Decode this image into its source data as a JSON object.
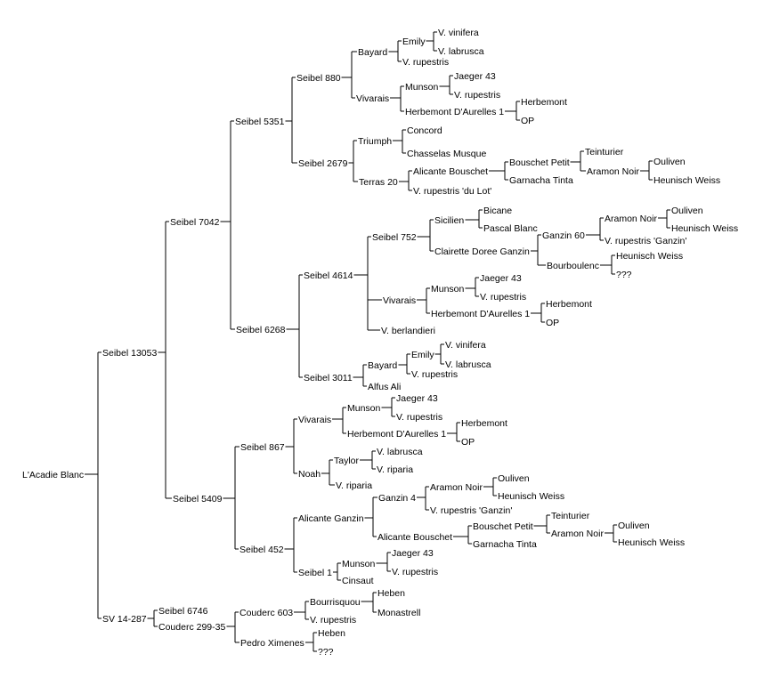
{
  "tree": {
    "label": "L'Acadie Blanc",
    "children": [
      {
        "label": "Seibel 13053",
        "children": [
          {
            "label": "Seibel 7042",
            "children": [
              {
                "label": "Seibel 5351",
                "children": [
                  {
                    "label": "Seibel 880",
                    "children": [
                      {
                        "label": "Bayard",
                        "children": [
                          {
                            "label": "Emily",
                            "children": [
                              {
                                "label": "V. vinifera"
                              },
                              {
                                "label": "V. labrusca"
                              }
                            ]
                          },
                          {
                            "label": "V. rupestris"
                          }
                        ]
                      },
                      {
                        "label": "Vivarais",
                        "children": [
                          {
                            "label": "Munson",
                            "children": [
                              {
                                "label": "Jaeger 43"
                              },
                              {
                                "label": "V. rupestris"
                              }
                            ]
                          },
                          {
                            "label": "Herbemont D'Aurelles 1",
                            "children": [
                              {
                                "label": "Herbemont"
                              },
                              {
                                "label": "OP"
                              }
                            ]
                          }
                        ]
                      }
                    ]
                  },
                  {
                    "label": "Seibel 2679",
                    "children": [
                      {
                        "label": "Triumph",
                        "children": [
                          {
                            "label": "Concord"
                          },
                          {
                            "label": "Chasselas Musque"
                          }
                        ]
                      },
                      {
                        "label": "Terras 20",
                        "children": [
                          {
                            "label": "Alicante Bouschet",
                            "children": [
                              {
                                "label": "Bouschet Petit",
                                "children": [
                                  {
                                    "label": "Teinturier"
                                  },
                                  {
                                    "label": "Aramon Noir",
                                    "children": [
                                      {
                                        "label": "Ouliven"
                                      },
                                      {
                                        "label": "Heunisch Weiss"
                                      }
                                    ]
                                  }
                                ]
                              },
                              {
                                "label": "Garnacha Tinta"
                              }
                            ]
                          },
                          {
                            "label": "V. rupestris 'du Lot'"
                          }
                        ]
                      }
                    ]
                  }
                ]
              },
              {
                "label": "Seibel 6268",
                "children": [
                  {
                    "label": "Seibel 4614",
                    "children": [
                      {
                        "label": "Seibel 752",
                        "children": [
                          {
                            "label": "Sicilien",
                            "children": [
                              {
                                "label": "Bicane"
                              },
                              {
                                "label": "Pascal Blanc"
                              }
                            ]
                          },
                          {
                            "label": "Clairette Doree Ganzin",
                            "children": [
                              {
                                "label": "Ganzin 60",
                                "children": [
                                  {
                                    "label": "Aramon Noir",
                                    "children": [
                                      {
                                        "label": "Ouliven"
                                      },
                                      {
                                        "label": "Heunisch Weiss"
                                      }
                                    ]
                                  },
                                  {
                                    "label": "V. rupestris 'Ganzin'"
                                  }
                                ]
                              },
                              {
                                "label": "Bourboulenc",
                                "children": [
                                  {
                                    "label": "Heunisch Weiss"
                                  },
                                  {
                                    "label": "???"
                                  }
                                ]
                              }
                            ]
                          }
                        ]
                      },
                      {
                        "label": "Vivarais",
                        "children": [
                          {
                            "label": "Munson",
                            "children": [
                              {
                                "label": "Jaeger 43"
                              },
                              {
                                "label": "V. rupestris"
                              }
                            ]
                          },
                          {
                            "label": "Herbemont D'Aurelles 1",
                            "children": [
                              {
                                "label": "Herbemont"
                              },
                              {
                                "label": "OP"
                              }
                            ]
                          }
                        ]
                      },
                      {
                        "label": "V. berlandieri"
                      }
                    ]
                  },
                  {
                    "label": "Seibel 3011",
                    "children": [
                      {
                        "label": "Bayard",
                        "children": [
                          {
                            "label": "Emily",
                            "children": [
                              {
                                "label": "V. vinifera"
                              },
                              {
                                "label": "V. labrusca"
                              }
                            ]
                          },
                          {
                            "label": "V. rupestris"
                          }
                        ]
                      },
                      {
                        "label": "Alfus Ali"
                      }
                    ]
                  }
                ]
              }
            ]
          },
          {
            "label": "Seibel 5409",
            "children": [
              {
                "label": "Seibel 867",
                "children": [
                  {
                    "label": "Vivarais",
                    "children": [
                      {
                        "label": "Munson",
                        "children": [
                          {
                            "label": "Jaeger 43"
                          },
                          {
                            "label": "V. rupestris"
                          }
                        ]
                      },
                      {
                        "label": "Herbemont D'Aurelles 1",
                        "children": [
                          {
                            "label": "Herbemont"
                          },
                          {
                            "label": "OP"
                          }
                        ]
                      }
                    ]
                  },
                  {
                    "label": "Noah",
                    "children": [
                      {
                        "label": "Taylor",
                        "children": [
                          {
                            "label": "V. labrusca"
                          },
                          {
                            "label": "V. riparia"
                          }
                        ]
                      },
                      {
                        "label": "V. riparia"
                      }
                    ]
                  }
                ]
              },
              {
                "label": "Seibel 452",
                "children": [
                  {
                    "label": "Alicante Ganzin",
                    "children": [
                      {
                        "label": "Ganzin 4",
                        "children": [
                          {
                            "label": "Aramon Noir",
                            "children": [
                              {
                                "label": "Ouliven"
                              },
                              {
                                "label": "Heunisch Weiss"
                              }
                            ]
                          },
                          {
                            "label": "V. rupestris 'Ganzin'"
                          }
                        ]
                      },
                      {
                        "label": "Alicante Bouschet",
                        "children": [
                          {
                            "label": "Bouschet Petit",
                            "children": [
                              {
                                "label": "Teinturier"
                              },
                              {
                                "label": "Aramon Noir",
                                "children": [
                                  {
                                    "label": "Ouliven"
                                  },
                                  {
                                    "label": "Heunisch Weiss"
                                  }
                                ]
                              }
                            ]
                          },
                          {
                            "label": "Garnacha Tinta"
                          }
                        ]
                      }
                    ]
                  },
                  {
                    "label": "Seibel 1",
                    "children": [
                      {
                        "label": "Munson",
                        "children": [
                          {
                            "label": "Jaeger 43"
                          },
                          {
                            "label": "V. rupestris"
                          }
                        ]
                      },
                      {
                        "label": "Cinsaut"
                      }
                    ]
                  }
                ]
              }
            ]
          }
        ]
      },
      {
        "label": "SV 14-287",
        "children": [
          {
            "label": "Seibel 6746"
          },
          {
            "label": "Couderc 299-35",
            "children": [
              {
                "label": "Couderc 603",
                "children": [
                  {
                    "label": "Bourrisquou",
                    "children": [
                      {
                        "label": "Heben"
                      },
                      {
                        "label": "Monastrell"
                      }
                    ]
                  },
                  {
                    "label": "V. rupestris"
                  }
                ]
              },
              {
                "label": "Pedro Ximenes",
                "children": [
                  {
                    "label": "Heben"
                  },
                  {
                    "label": "???"
                  }
                ]
              }
            ]
          }
        ]
      }
    ]
  }
}
